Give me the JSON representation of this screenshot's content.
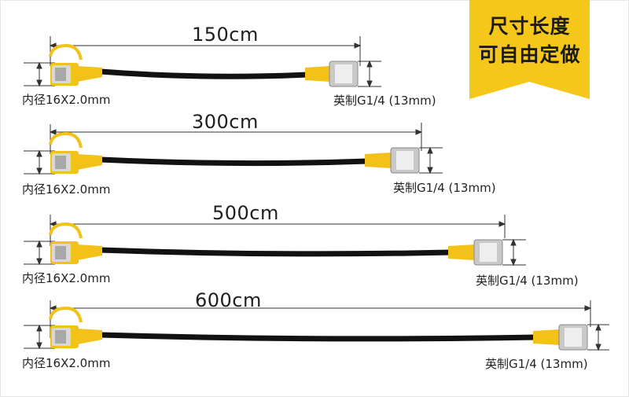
{
  "badge": {
    "line1": "尺寸长度",
    "line2": "可自由定做",
    "color": "#f5c71a"
  },
  "colors": {
    "hose": "#121212",
    "fitting": "#f2c21a",
    "metal": "#c9c9c9",
    "dimension": "#333333"
  },
  "hoses": [
    {
      "length_label": "150cm",
      "inner_label": "内径16X2.0mm",
      "thread_label": "英制G1/4 (13mm)"
    },
    {
      "length_label": "300cm",
      "inner_label": "内径16X2.0mm",
      "thread_label": "英制G1/4 (13mm)"
    },
    {
      "length_label": "500cm",
      "inner_label": "内径16X2.0mm",
      "thread_label": "英制G1/4 (13mm)"
    },
    {
      "length_label": "600cm",
      "inner_label": "内径16X2.0mm",
      "thread_label": "英制G1/4 (13mm)"
    }
  ]
}
